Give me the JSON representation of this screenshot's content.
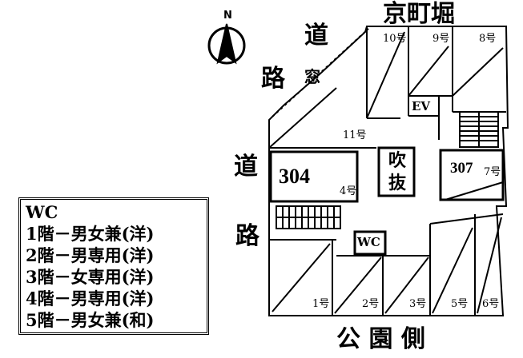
{
  "compass": {
    "north": "N"
  },
  "streets": {
    "top": "京町堀",
    "bottom": "公 園 側",
    "left_upper_1": "道",
    "left_upper_2": "路",
    "window": "窓",
    "left_lower_1": "道",
    "left_lower_2": "路"
  },
  "rooms": {
    "r304": "304",
    "r307": "307",
    "atrium_1": "吹",
    "atrium_2": "抜",
    "ev": "EV",
    "wc": "WC"
  },
  "units": [
    "10号",
    "9号",
    "8号",
    "11号",
    "7号",
    "4号",
    "1号",
    "2号",
    "3号",
    "5号",
    "6号"
  ],
  "legend": {
    "title": "WC",
    "rows": [
      "1階－男女兼(洋)",
      "2階－男専用(洋)",
      "3階－女専用(洋)",
      "4階－男専用(洋)",
      "5階－男女兼(和)"
    ]
  }
}
